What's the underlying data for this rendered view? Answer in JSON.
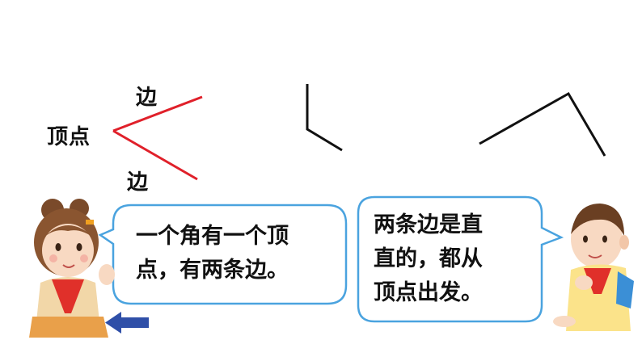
{
  "angle_labels": {
    "vertex": "顶点",
    "edge_top": "边",
    "edge_bottom": "边"
  },
  "girl_bubble": {
    "line1": "一个角有一个顶",
    "line2": "点，有两条边。"
  },
  "boy_bubble": {
    "line1": "两条边是直",
    "line2": "直的，都从",
    "line3": "顶点出发。"
  },
  "colors": {
    "angle_red": "#e0202a",
    "bubble_border": "#4aa3df",
    "arrow_blue": "#2f4fa8",
    "line_black": "#111111"
  }
}
